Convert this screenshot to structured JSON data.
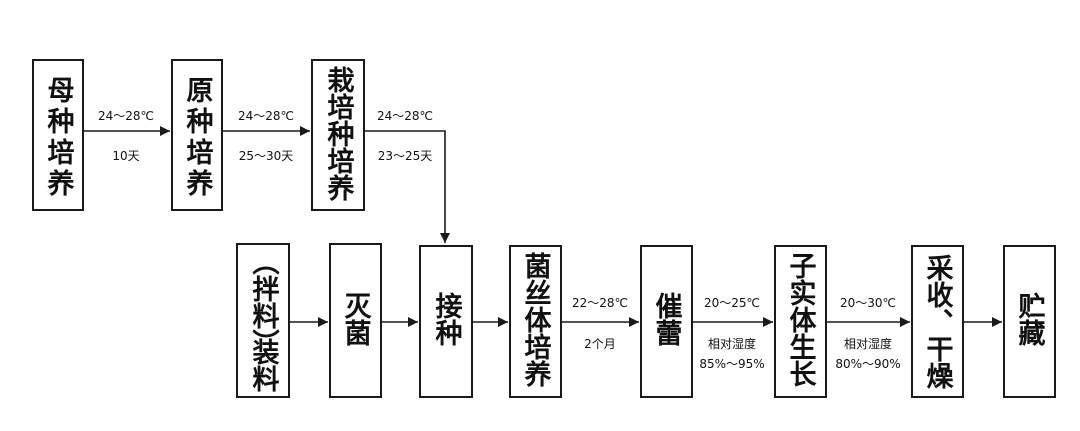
{
  "colors": {
    "stroke": "#1a1a1a",
    "text": "#111111",
    "background": "#ffffff"
  },
  "boxes": {
    "mother": "母种培养",
    "original": "原种培养",
    "cultivation": "栽培种培养",
    "mixing_line1": "（拌料）",
    "mixing_line2": "装料",
    "sterilize": "灭菌",
    "inoculate": "接种",
    "mycelium": "菌丝体培养",
    "budding": "催蕾",
    "fruiting": "子实体生长",
    "harvest": "采收、干燥",
    "storage": "贮藏"
  },
  "labels": {
    "a1_top": "24～28℃",
    "a1_bottom": "10天",
    "a2_top": "24～28℃",
    "a2_bottom": "25～30天",
    "a3_top": "24～28℃",
    "a3_bottom": "23～25天",
    "a4_top": "22～28℃",
    "a4_bottom": "2个月",
    "a5_top": "20～25℃",
    "a5_mid": "相对湿度",
    "a5_bottom": "85%～95%",
    "a6_top": "20～30℃",
    "a6_mid": "相对湿度",
    "a6_bottom": "80%～90%"
  }
}
